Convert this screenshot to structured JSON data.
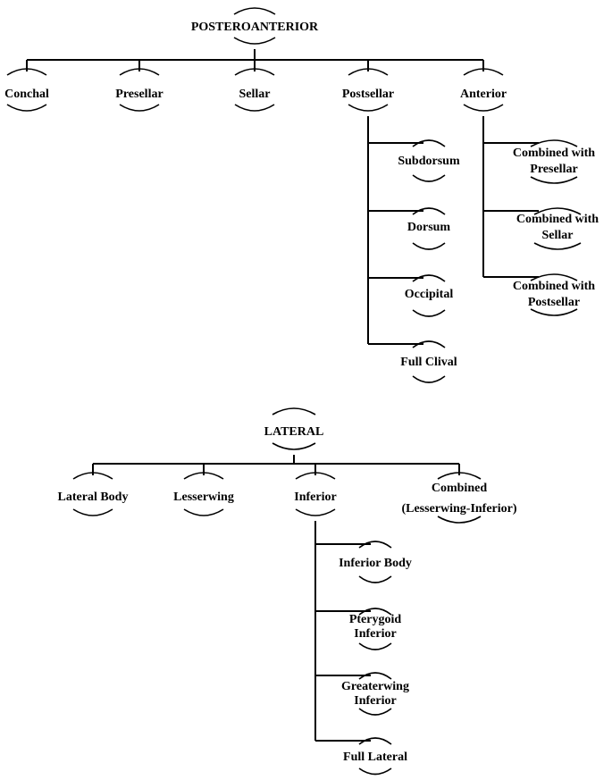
{
  "diagram": {
    "posteroanterior": {
      "title": "POSTEROANTERIOR",
      "children": [
        {
          "label": [
            "Conchal"
          ]
        },
        {
          "label": [
            "Presellar"
          ]
        },
        {
          "label": [
            "Sellar"
          ]
        },
        {
          "label": [
            "Postsellar"
          ],
          "children": [
            [
              "Subdorsum"
            ],
            [
              "Dorsum"
            ],
            [
              "Occipital"
            ],
            [
              "Full Clival"
            ]
          ]
        },
        {
          "label": [
            "Anterior"
          ],
          "children": [
            [
              "Combined with",
              "Presellar"
            ],
            [
              "Combined with",
              "Sellar"
            ],
            [
              "Combined with",
              "Postsellar"
            ]
          ]
        }
      ]
    },
    "lateral": {
      "title": "LATERAL",
      "children": [
        {
          "label": [
            "Lateral Body"
          ]
        },
        {
          "label": [
            "Lesserwing"
          ]
        },
        {
          "label": [
            "Inferior"
          ],
          "children": [
            [
              "Inferior Body"
            ],
            [
              "Pterygoid",
              "Inferior"
            ],
            [
              "Greaterwing",
              "Inferior"
            ],
            [
              "Full Lateral"
            ]
          ]
        },
        {
          "label": [
            "Combined",
            "(Lesserwing-Inferior)"
          ]
        }
      ]
    }
  }
}
